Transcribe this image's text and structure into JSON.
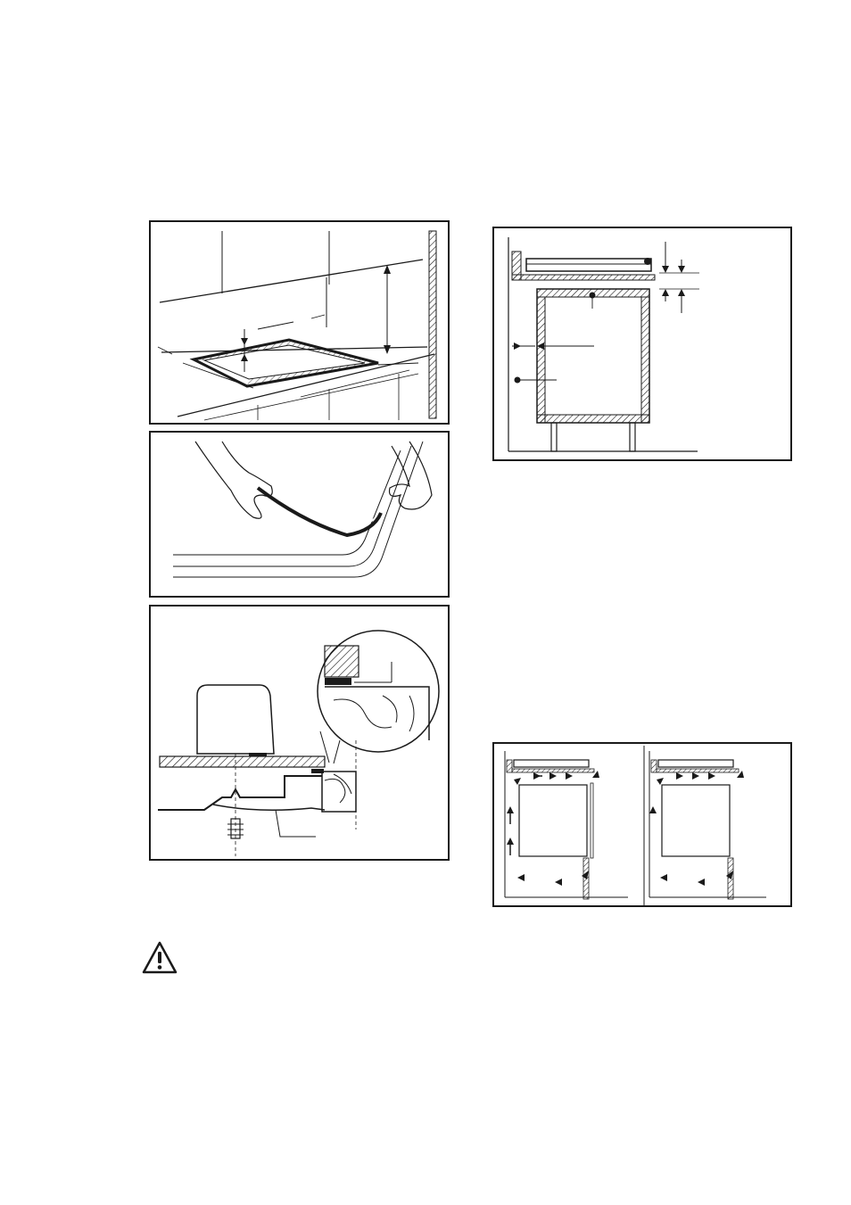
{
  "figures": [
    {
      "id": "cutout",
      "icon": "worktop-cutout-dimensions"
    },
    {
      "id": "seal",
      "icon": "applying-seal-strip"
    },
    {
      "id": "bracket",
      "icon": "mounting-bracket-detail"
    },
    {
      "id": "section",
      "icon": "cabinet-section-clearances"
    },
    {
      "id": "vent",
      "icon": "ventilation-airflow"
    }
  ],
  "warning": {
    "icon": "warning-triangle-icon"
  },
  "colors": {
    "line": "#1a1a1a",
    "background": "#ffffff"
  }
}
